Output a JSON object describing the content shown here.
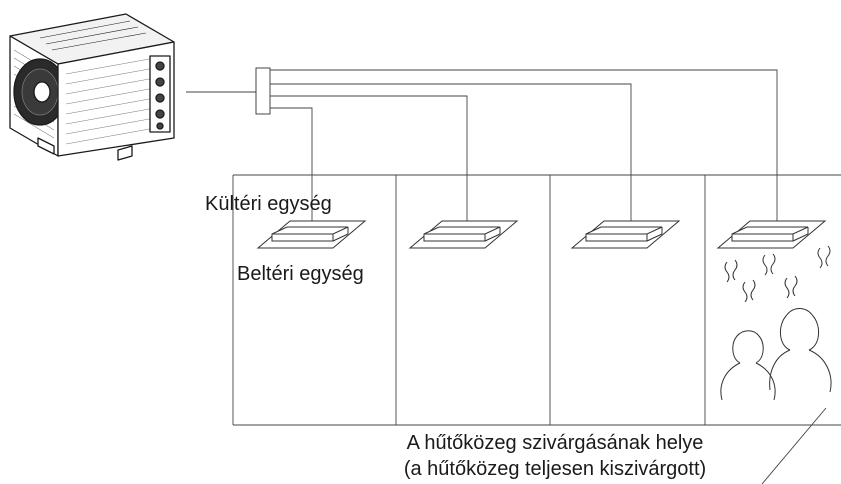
{
  "labels": {
    "outdoor_unit": "Kültéri egység",
    "indoor_unit": "Beltéri egység",
    "leak_location_line1": "A hűtőközeg szivárgásának helye",
    "leak_location_line2": "(a hűtőközeg teljesen kiszivárgott)"
  },
  "diagram": {
    "room_count": 4,
    "indoor_unit_count": 4,
    "leak_room_index": 4
  }
}
